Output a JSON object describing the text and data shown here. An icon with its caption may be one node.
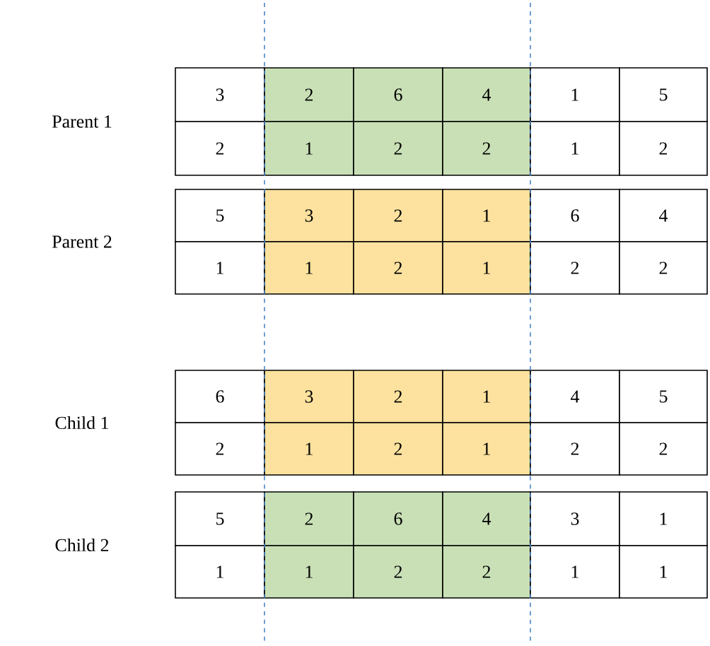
{
  "diagram": {
    "labels": [
      "Parent 1",
      "3",
      "2",
      "6",
      "4",
      "1",
      "5",
      "2",
      "1",
      "2",
      "2",
      "1",
      "2",
      "Parent 2",
      "5",
      "3",
      "2",
      "1",
      "6",
      "4",
      "1",
      "1",
      "2",
      "1",
      "2",
      "2",
      "Child 1",
      "6",
      "3",
      "2",
      "1",
      "4",
      "5",
      "2",
      "1",
      "2",
      "1",
      "2",
      "2",
      "Child 2",
      "5",
      "2",
      "6",
      "4",
      "3",
      "1",
      "1",
      "1",
      "2",
      "2",
      "1",
      "1"
    ]
  }
}
